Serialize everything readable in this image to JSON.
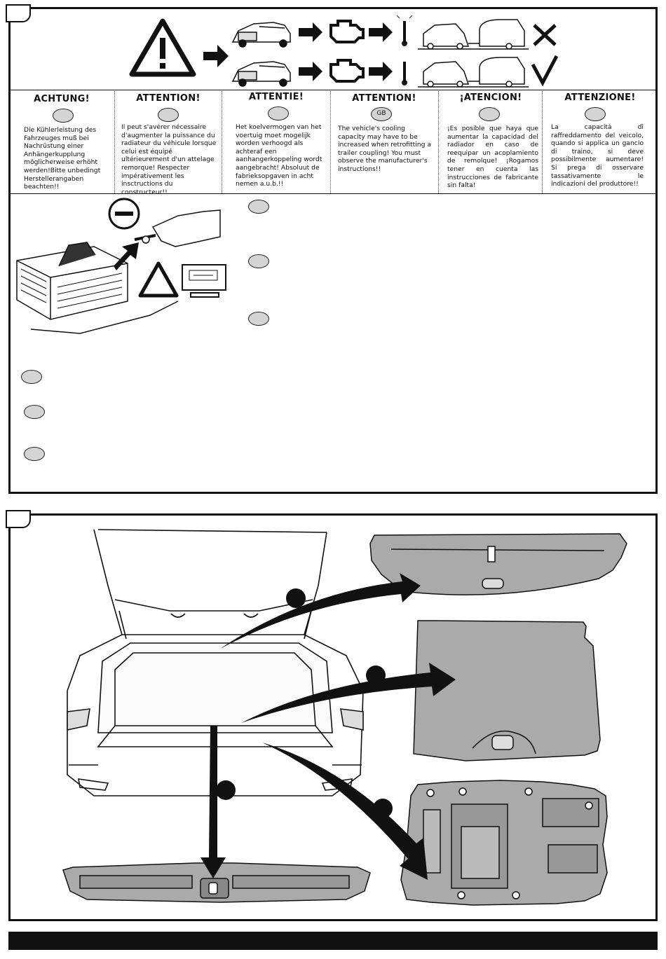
{
  "warnings": [
    {
      "heading": "ACHTUNG!",
      "code": "",
      "text": "Die Kühlerleistung des Fahrzeuges muß bei Nachrüstung einer Anhängerkupplung möglicherweise erhöht werden!Bitte unbedingt Herstellerangaben beachten!!"
    },
    {
      "heading": "ATTENTION!",
      "code": "",
      "text": "Il peut s'avérer nécessaire d'augmenter la puissance du radiateur du véhicule lorsque celui est équipé ultérieurement d'un attelage remorque! Respecter impérativement les insctructions du constructeur!!"
    },
    {
      "heading": "ATTENTIE!",
      "code": "",
      "text": "Het koelvermogen van het voertuig moet mogelijk worden verhoogd als achteraf een aanhangerkoppeling wordt aangebracht! Absoluut de fabrieksopgaven in acht nemen a.u.b.!!"
    },
    {
      "heading": "ATTENTION!",
      "code": "GB",
      "text": "The vehicle's cooling capacity may have to be increased when retrofitting a trailer coupling! You must observe the manufacturer's instructions!!"
    },
    {
      "heading": "¡ATENCION!",
      "code": "",
      "text": "¡Es posible que haya que aumentar la capacidad del radiador en caso de reequipar un acoplamiento de remolque! ¡Rogamos tener en cuenta las instrucciones de fabricante sin falta!"
    },
    {
      "heading": "ATTENZIONE!",
      "code": "",
      "text": "La capacità di raffreddamento del veicolo, quando si applica un gancio di traino, si deve possibilmente aumentare! Si prega di osservare tassativamente le indicazioni del produttore!!"
    }
  ],
  "battery_section": {
    "minus_symbol": "−"
  },
  "icons": [
    "warning-triangle-icon",
    "arrow-right-icon",
    "engine-icon",
    "thermometer-icon",
    "cross-icon",
    "check-icon",
    "battery-icon",
    "minus-terminal-icon",
    "radio-icon"
  ],
  "colors": {
    "line": "#111111",
    "fill_grey": "#d4d4d4",
    "part_grey": "#a9a9a9"
  }
}
